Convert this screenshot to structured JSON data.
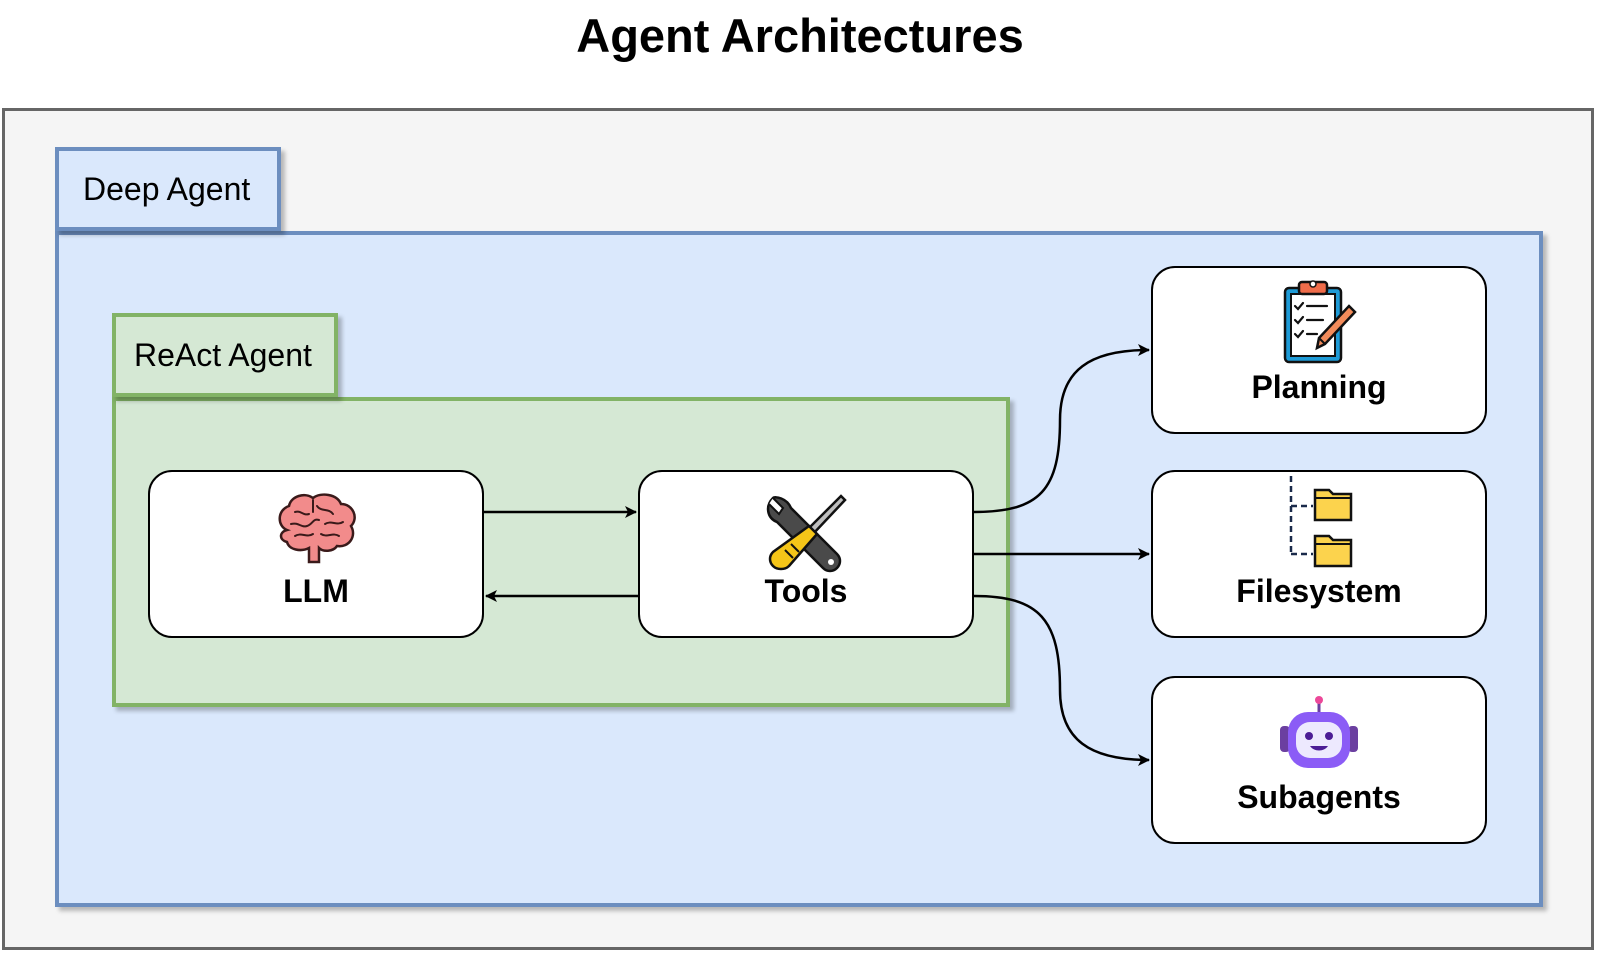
{
  "title": "Agent Architectures",
  "groups": {
    "deep_agent": "Deep Agent",
    "react_agent": "ReAct Agent"
  },
  "nodes": {
    "llm": {
      "label": "LLM",
      "icon": "brain-icon"
    },
    "tools": {
      "label": "Tools",
      "icon": "wrench-screwdriver-icon"
    },
    "planning": {
      "label": "Planning",
      "icon": "clipboard-checklist-icon"
    },
    "filesystem": {
      "label": "Filesystem",
      "icon": "folder-tree-icon"
    },
    "subagents": {
      "label": "Subagents",
      "icon": "robot-icon"
    }
  },
  "edges": [
    {
      "from": "llm",
      "to": "tools"
    },
    {
      "from": "tools",
      "to": "llm"
    },
    {
      "from": "tools",
      "to": "planning"
    },
    {
      "from": "tools",
      "to": "filesystem"
    },
    {
      "from": "tools",
      "to": "subagents"
    }
  ],
  "colors": {
    "outer_fill": "#f5f5f5",
    "outer_border": "#666666",
    "deep_fill": "#dae8fc",
    "deep_border": "#6c8ebf",
    "react_fill": "#d5e8d4",
    "react_border": "#82b366",
    "node_fill": "#ffffff"
  }
}
